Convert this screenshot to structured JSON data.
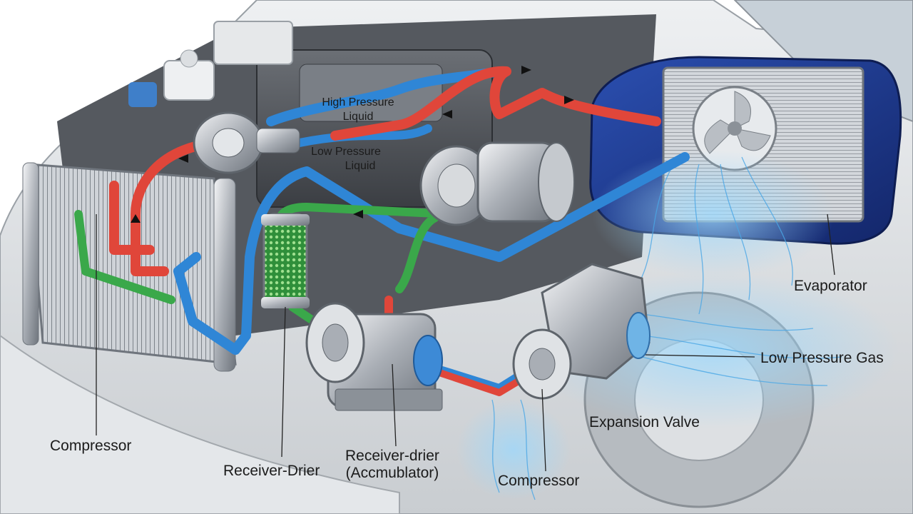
{
  "labels": {
    "high_pressure_liquid": [
      "High Pressure",
      "Liquid"
    ],
    "low_pressure_liquid": [
      "Low Pressure",
      "Liquid"
    ],
    "evaporator": "Evaporator",
    "low_pressure_gas": "Low Pressure Gas",
    "expansion_valve": "Expansion Valve",
    "compressor_left": "Compressor",
    "receiver_drier": "Receiver-Drier",
    "receiver_drier_accumulator": [
      "Receiver-drier",
      "(Accmublator)"
    ],
    "compressor_bottom": "Compressor"
  },
  "colors": {
    "high_pressure_line": "#e0463a",
    "low_pressure_line": "#2f86d6",
    "liquid_line": "#3aa84a",
    "evaporator_housing": "#1d3a8f",
    "cold_air": "#7ec8f2",
    "car_body": "#d9dcdf",
    "metal": "#b8bcc2"
  },
  "icons": [
    "engine-block",
    "condenser",
    "receiver-drier",
    "compressor",
    "expansion-valve",
    "evaporator",
    "blower-fan",
    "flow-arrow"
  ]
}
